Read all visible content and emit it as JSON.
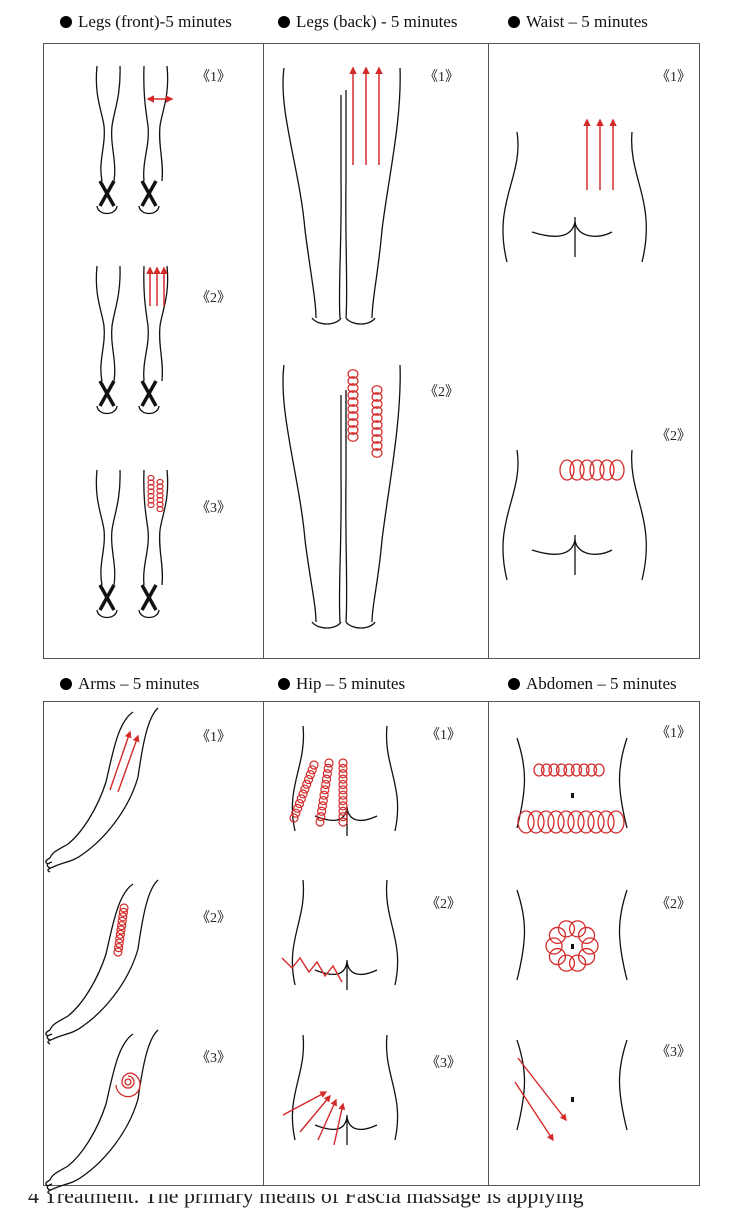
{
  "sections": [
    {
      "title": "Legs (front)-5 minutes",
      "steps": [
        "《1》",
        "《2》",
        "《3》"
      ]
    },
    {
      "title": "Legs (back) - 5 minutes",
      "steps": [
        "《1》",
        "《2》"
      ]
    },
    {
      "title": "Waist – 5 minutes",
      "steps": [
        "《1》",
        "《2》"
      ]
    },
    {
      "title": "Arms – 5 minutes",
      "steps": [
        "《1》",
        "《2》",
        "《3》"
      ]
    },
    {
      "title": "Hip – 5 minutes",
      "steps": [
        "《1》",
        "《2》",
        "《3》"
      ]
    },
    {
      "title": "Abdomen – 5 minutes",
      "steps": [
        "《1》",
        "《2》",
        "《3》"
      ]
    }
  ],
  "caption": "4 Treatment. The primary means of Fascia massage is applying",
  "colors": {
    "ink": "#111111",
    "stroke": "#d42a2a",
    "border": "#555555"
  },
  "icons": {
    "bullet": "bullet-dot-icon"
  }
}
